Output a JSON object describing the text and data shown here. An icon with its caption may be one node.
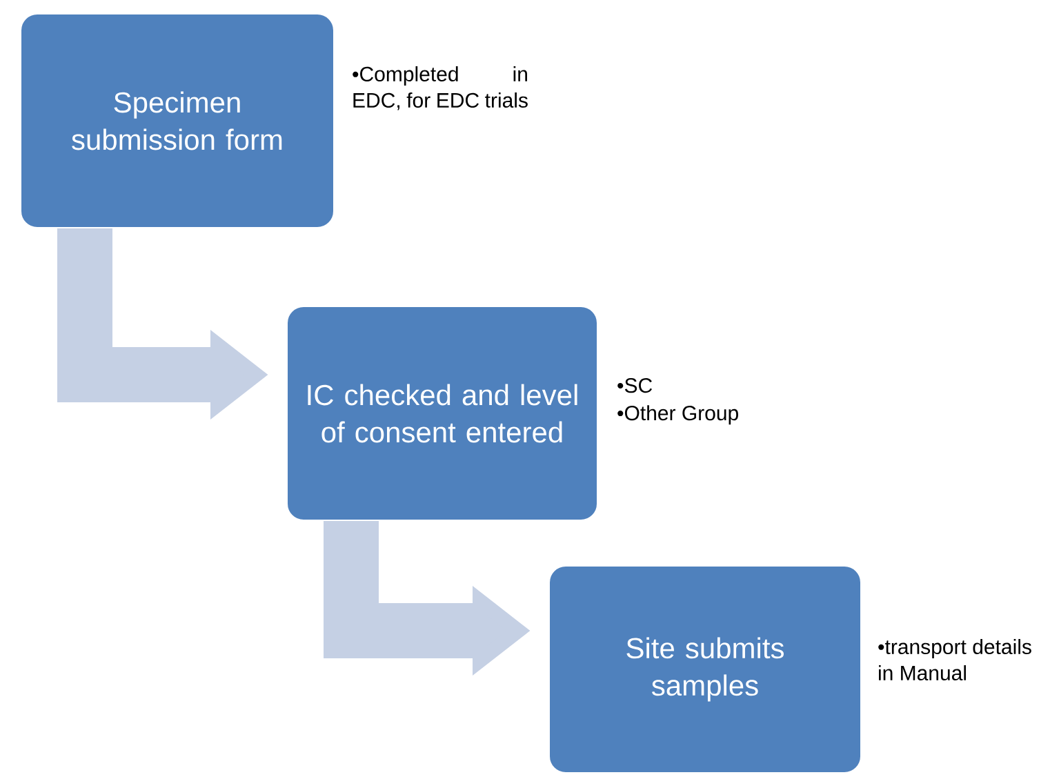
{
  "diagram": {
    "nodes": [
      {
        "text": [
          "Specimen submission form"
        ],
        "beside": [
          "•Completed in EDC, for EDC trials"
        ]
      },
      {
        "text": [
          "IC checked and level of consent entered"
        ],
        "beside": [
          "•SC",
          "•Other Group"
        ]
      },
      {
        "text": [
          "Site submits samples"
        ],
        "beside": [
          "•transport details in Manual"
        ]
      }
    ],
    "edges": [
      {
        "from": 0,
        "to": 1,
        "arrow": "to"
      },
      {
        "from": 1,
        "to": 2,
        "arrow": "to"
      }
    ]
  }
}
